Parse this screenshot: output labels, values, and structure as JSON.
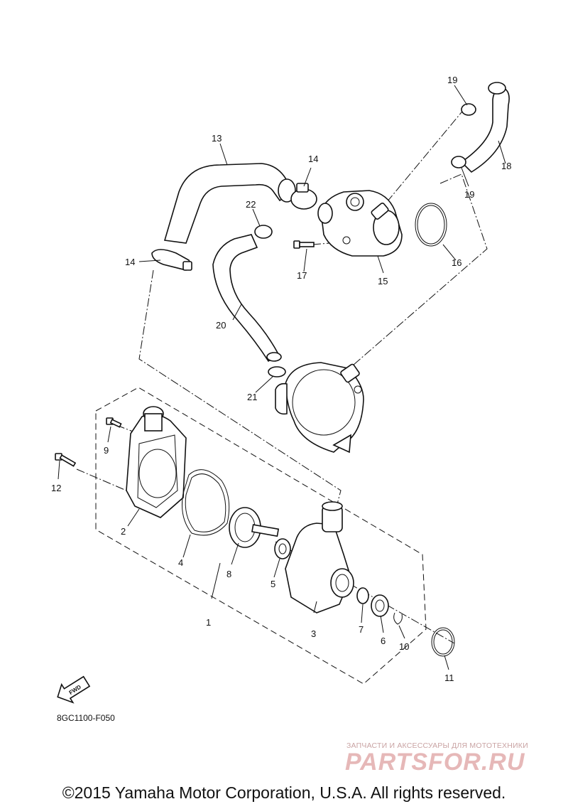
{
  "callouts": {
    "c1": "1",
    "c2": "2",
    "c3": "3",
    "c4": "4",
    "c5": "5",
    "c6": "6",
    "c7": "7",
    "c8": "8",
    "c9": "9",
    "c10": "10",
    "c11": "11",
    "c12": "12",
    "c13": "13",
    "c14a": "14",
    "c14b": "14",
    "c15": "15",
    "c16": "16",
    "c17": "17",
    "c18": "18",
    "c19a": "19",
    "c19b": "19",
    "c20": "20",
    "c21": "21",
    "c22": "22"
  },
  "fwd_label": "FWD",
  "diagram_code": "8GC1100-F050",
  "watermark": {
    "tagline": "ЗАПЧАСТИ И АКСЕССУАРЫ ДЛЯ МОТОТЕХНИКИ",
    "logo": "PARTSFOR.RU"
  },
  "copyright": "©2015 Yamaha Motor Corporation, U.S.A. All rights reserved."
}
